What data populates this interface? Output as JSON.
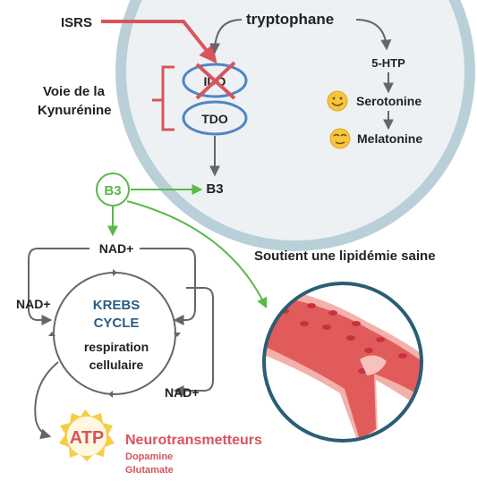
{
  "labels": {
    "isrs": "ISRS",
    "tryptophane": "tryptophane",
    "voie_line1": "Voie de la",
    "voie_line2": "Kynurénine",
    "ido": "IDO",
    "tdo": "TDO",
    "htp": "5-HTP",
    "serotonine": "Serotonine",
    "melatonine": "Melatonine",
    "b3_badge": "B3",
    "b3_target": "B3",
    "lipid": "Soutient une lipidémie saine",
    "nad_top": "NAD+",
    "nad_left": "NAD+",
    "nad_bottom": "NAD+",
    "krebs1": "KREBS",
    "krebs2": "CYCLE",
    "resp1": "respiration",
    "resp2": "cellulaire",
    "atp": "ATP",
    "neuro_title": "Neurotransmetteurs",
    "neuro1": "Dopamine",
    "neuro2": "Glutamate"
  },
  "colors": {
    "cell_fill": "#eef1f3",
    "cell_border": "#b9d0d9",
    "enzyme_border": "#4e86c4",
    "inhibit_red": "#d9545c",
    "b3_green": "#5ab84b",
    "krebs_blue": "#2b5d84",
    "star_yellow": "#f6cd4a",
    "vessel_red": "#e25b5b"
  },
  "icons": {
    "serotonine": "smiley-face-icon",
    "melatonine": "sleepy-face-icon"
  }
}
